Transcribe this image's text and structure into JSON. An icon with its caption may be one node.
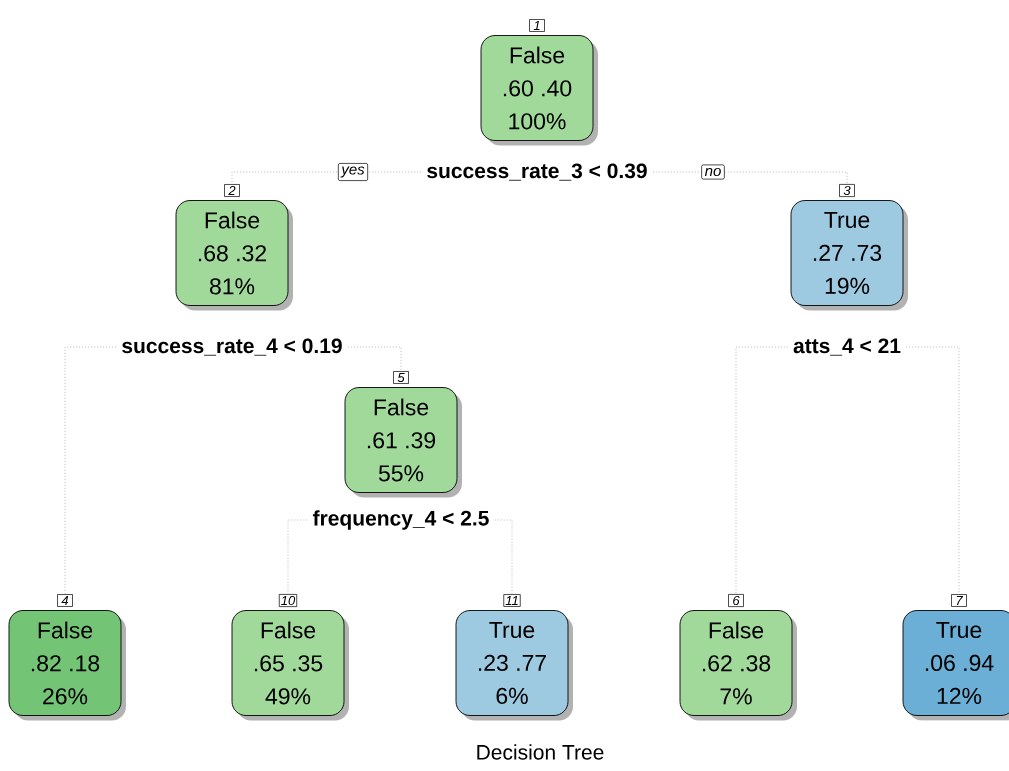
{
  "diagram": {
    "caption": "Decision Tree",
    "nodes": [
      {
        "text": [
          "False",
          ".60 .40",
          "100%"
        ],
        "beside": [
          "1"
        ]
      },
      {
        "text": [
          "success_rate_3 < 0.39"
        ]
      },
      {
        "text": [
          "False",
          ".68 .32",
          "81%"
        ],
        "beside": [
          "2"
        ]
      },
      {
        "text": [
          "True",
          ".27 .73",
          "19%"
        ],
        "beside": [
          "3"
        ]
      },
      {
        "text": [
          "success_rate_4 < 0.19"
        ]
      },
      {
        "text": [
          "atts_4 < 21"
        ]
      },
      {
        "text": [
          "False",
          ".61 .39",
          "55%"
        ],
        "beside": [
          "5"
        ]
      },
      {
        "text": [
          "frequency_4 < 2.5"
        ]
      },
      {
        "text": [
          "False",
          ".82 .18",
          "26%"
        ],
        "beside": [
          "4"
        ]
      },
      {
        "text": [
          "False",
          ".65 .35",
          "49%"
        ],
        "beside": [
          "10"
        ]
      },
      {
        "text": [
          "True",
          ".23 .77",
          "6%"
        ],
        "beside": [
          "11"
        ]
      },
      {
        "text": [
          "False",
          ".62 .38",
          "7%"
        ],
        "beside": [
          "6"
        ]
      },
      {
        "text": [
          "True",
          ".06 .94",
          "12%"
        ],
        "beside": [
          "7"
        ]
      }
    ],
    "edges": [
      {
        "from": 1,
        "to": 2,
        "arrow": "none",
        "label": "yes"
      },
      {
        "from": 1,
        "to": 3,
        "arrow": "none",
        "label": "no"
      },
      {
        "from": 4,
        "to": 8,
        "arrow": "none"
      },
      {
        "from": 4,
        "to": 6,
        "arrow": "none"
      },
      {
        "from": 5,
        "to": 11,
        "arrow": "none"
      },
      {
        "from": 5,
        "to": 12,
        "arrow": "none"
      },
      {
        "from": 7,
        "to": 9,
        "arrow": "none"
      },
      {
        "from": 7,
        "to": 10,
        "arrow": "none"
      }
    ]
  }
}
